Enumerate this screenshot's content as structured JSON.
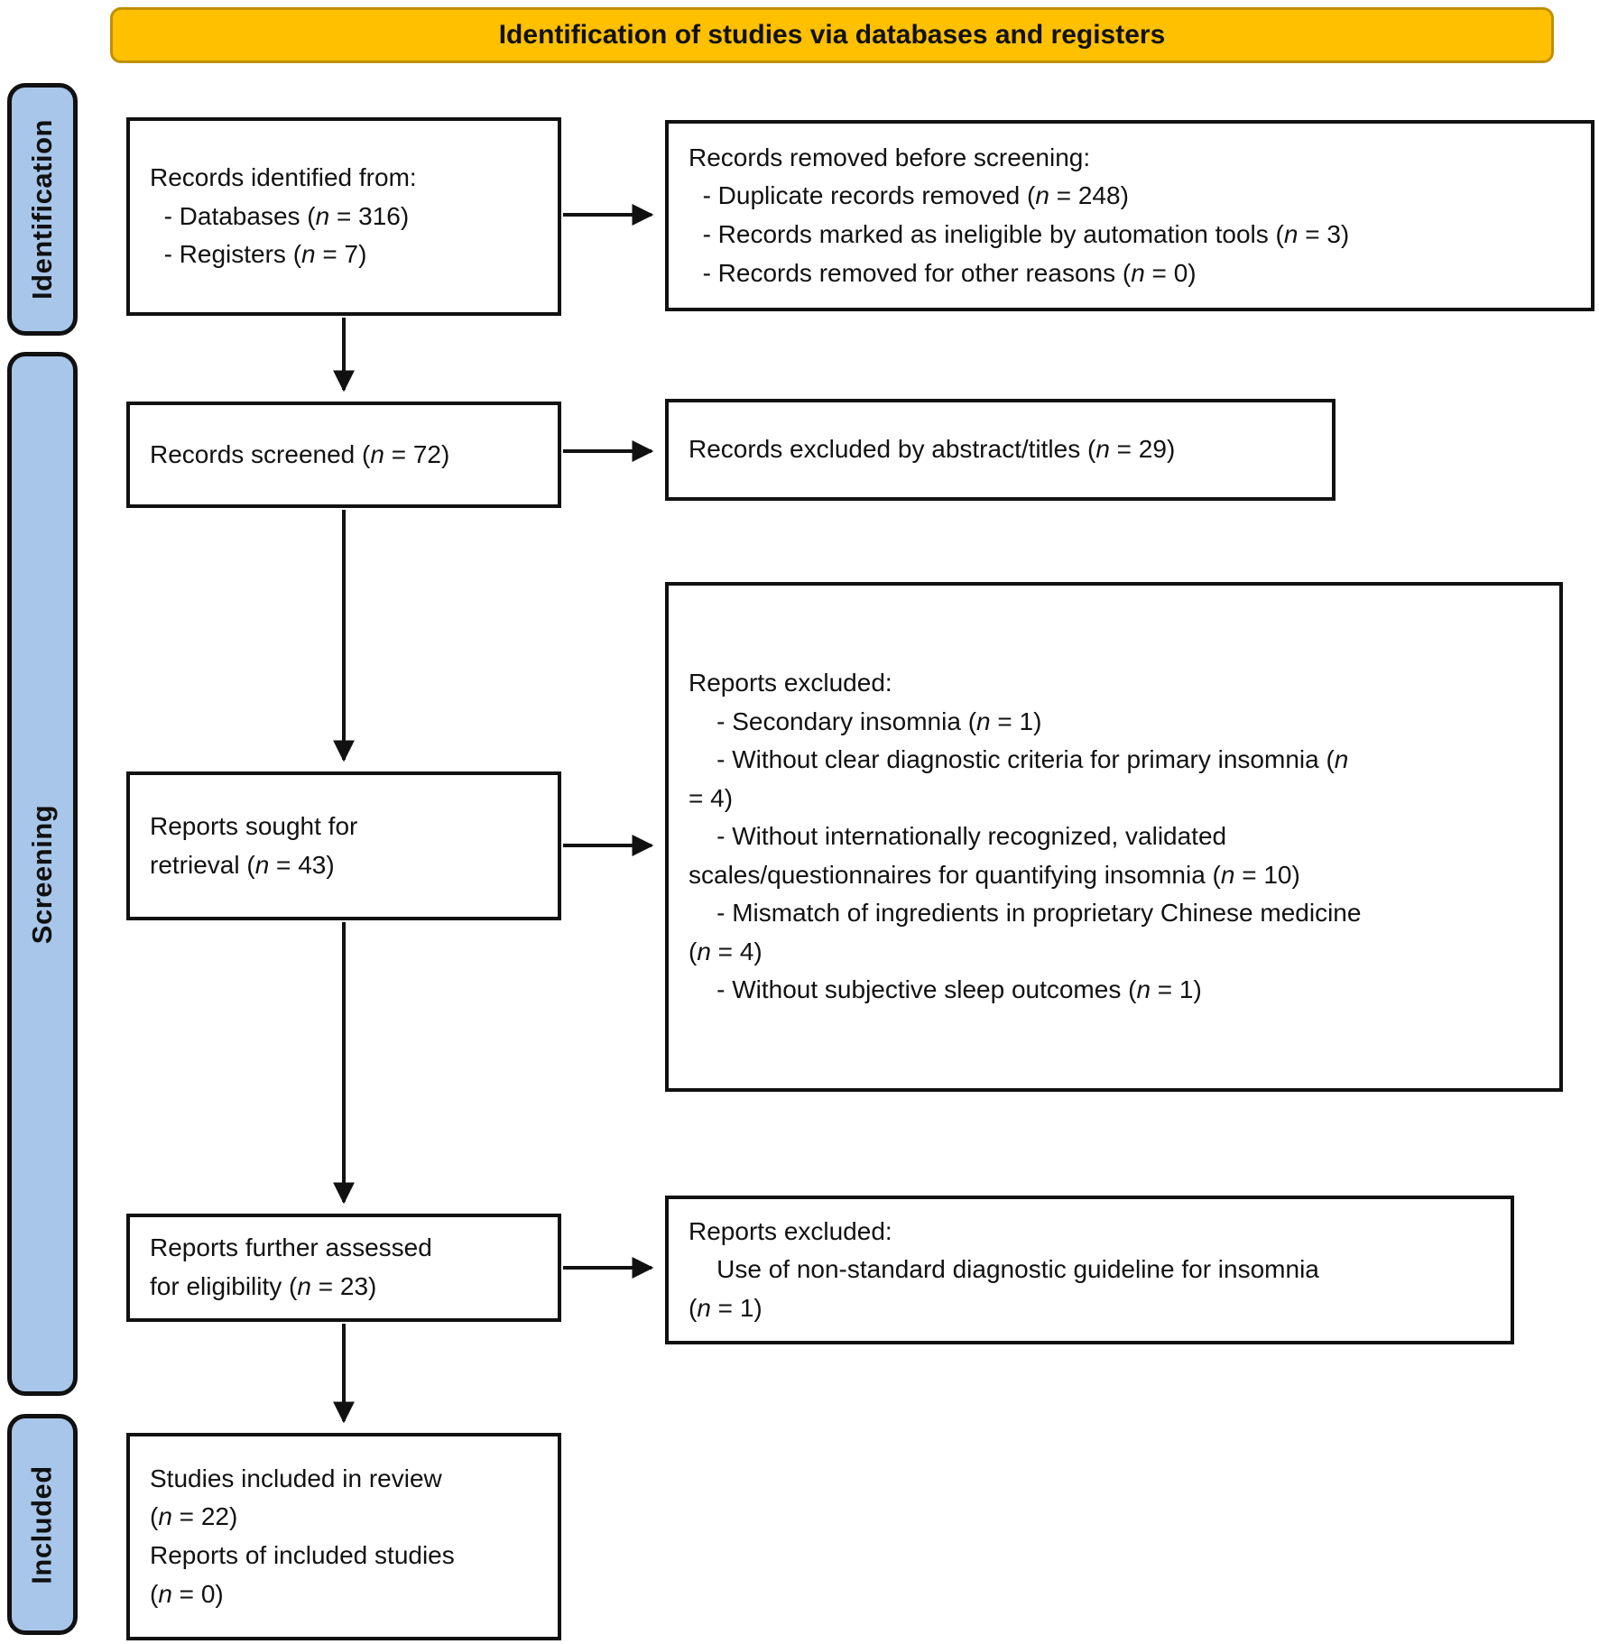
{
  "banner": {
    "title": "Identification of studies via databases and registers"
  },
  "colors": {
    "banner_bg": "#FFC000",
    "banner_border": "#BF9000",
    "stage_bg": "#A8C6E9",
    "line": "#111111",
    "box_bg": "#FFFFFF"
  },
  "stages": {
    "identification": "Identification",
    "screening": "Screening",
    "included": "Included"
  },
  "boxes": {
    "records_identified": {
      "lines": [
        "Records identified from:",
        "  - Databases (*n* = 316)",
        "  - Registers (*n* = 7)"
      ]
    },
    "records_removed": {
      "lines": [
        "Records removed before screening:",
        "  - Duplicate records removed (*n* = 248)",
        "  - Records marked as ineligible by automation tools (*n* = 3)",
        "  - Records removed for other reasons (*n* = 0)"
      ]
    },
    "records_screened": {
      "lines": [
        "Records screened (*n* = 72)"
      ]
    },
    "records_excluded_abstract": {
      "lines": [
        "Records excluded by abstract/titles (*n* = 29)"
      ]
    },
    "reports_sought": {
      "lines": [
        "Reports sought for",
        "retrieval (*n* = 43)"
      ]
    },
    "reports_excluded_screening": {
      "lines": [
        "Reports excluded:",
        "    - Secondary insomnia (*n* = 1)",
        "    - Without clear diagnostic criteria for primary insomnia (*n*",
        "= 4)",
        "    - Without internationally recognized, validated",
        "scales/questionnaires for quantifying insomnia (*n* = 10)",
        "    - Mismatch of ingredients in proprietary Chinese medicine",
        "(*n* = 4)",
        "    - Without subjective sleep outcomes (*n* = 1)"
      ]
    },
    "reports_assessed": {
      "lines": [
        "Reports further assessed",
        "for eligibility (*n* = 23)"
      ]
    },
    "reports_excluded_eligibility": {
      "lines": [
        "Reports excluded:",
        "    Use of non-standard diagnostic guideline for insomnia",
        "(*n* = 1)"
      ]
    },
    "studies_included": {
      "lines": [
        "Studies included in review",
        "(*n* = 22)",
        "Reports of included studies",
        "(*n* = 0)"
      ]
    }
  }
}
